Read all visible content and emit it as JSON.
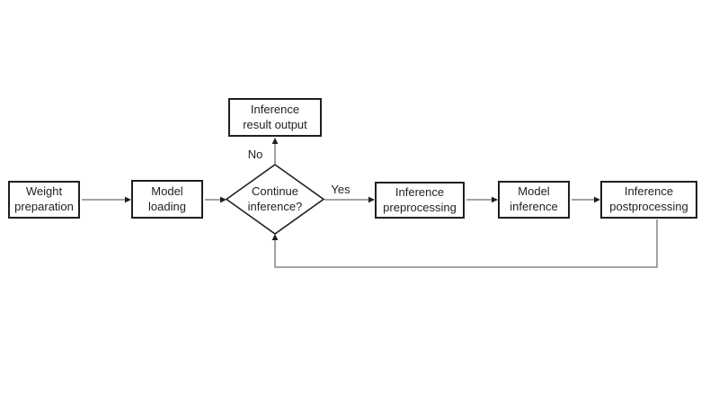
{
  "theme": {
    "canvas_bg": "#ffffff",
    "node_bg": "#ffffff",
    "node_border": "#1f1f1f",
    "line_color": "#6e6e6e",
    "arrow_color": "#1f1f1f",
    "text_color": "#1f1f1f"
  },
  "diagram": {
    "type": "flowchart",
    "nodes": {
      "weight_preparation": "Weight\npreparation",
      "model_loading": "Model\nloading",
      "continue_inference": "Continue\ninference?",
      "inference_result_output": "Inference\nresult output",
      "inference_preprocessing": "Inference\npreprocessing",
      "model_inference": "Model\ninference",
      "inference_postprocessing": "Inference\npostprocessing"
    },
    "edge_labels": {
      "no": "No",
      "yes": "Yes"
    },
    "edges": [
      {
        "from": "weight_preparation",
        "to": "model_loading",
        "label": ""
      },
      {
        "from": "model_loading",
        "to": "continue_inference",
        "label": ""
      },
      {
        "from": "continue_inference",
        "to": "inference_result_output",
        "label": "No"
      },
      {
        "from": "continue_inference",
        "to": "inference_preprocessing",
        "label": "Yes"
      },
      {
        "from": "inference_preprocessing",
        "to": "model_inference",
        "label": ""
      },
      {
        "from": "model_inference",
        "to": "inference_postprocessing",
        "label": ""
      },
      {
        "from": "inference_postprocessing",
        "to": "continue_inference",
        "label": ""
      }
    ]
  }
}
